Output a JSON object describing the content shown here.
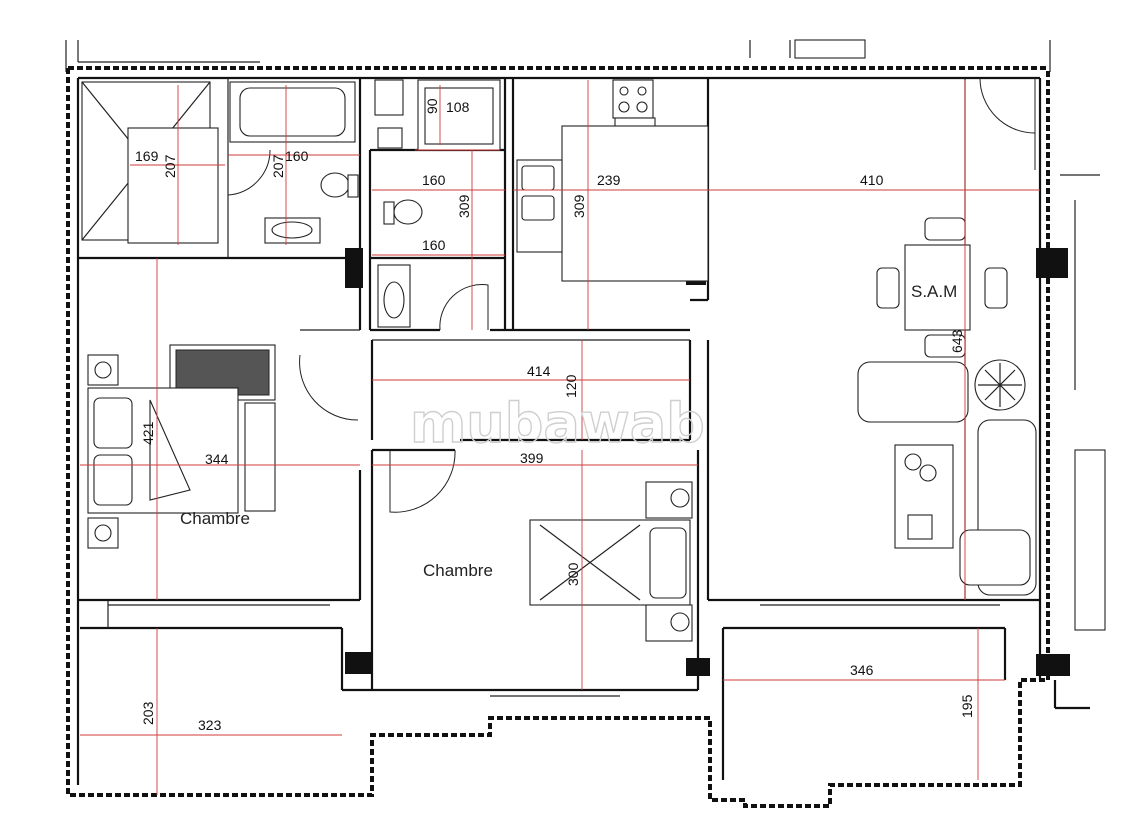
{
  "rooms": {
    "chambre_left": "Chambre",
    "chambre_center": "Chambre",
    "sam": "S.A.M"
  },
  "dimensions": {
    "d108": "108",
    "d90": "90",
    "d169": "169",
    "d207a": "207",
    "d207b": "207",
    "d160a": "160",
    "d160b": "160",
    "d309a": "309",
    "d160c": "160",
    "d239": "239",
    "d309b": "309",
    "d410": "410",
    "d643": "643",
    "d414": "414",
    "d120": "120",
    "d421": "421",
    "d344": "344",
    "d399": "399",
    "d300": "300",
    "d346": "346",
    "d195": "195",
    "d203": "203",
    "d323": "323"
  },
  "watermark": "mubawab",
  "icons": [
    "stove-icon",
    "sink-icon",
    "toilet-icon",
    "bathtub-icon",
    "bed-icon",
    "sofa-icon",
    "dining-table-icon",
    "plant-icon",
    "armchair-icon",
    "rug-icon",
    "nightstand-icon"
  ]
}
